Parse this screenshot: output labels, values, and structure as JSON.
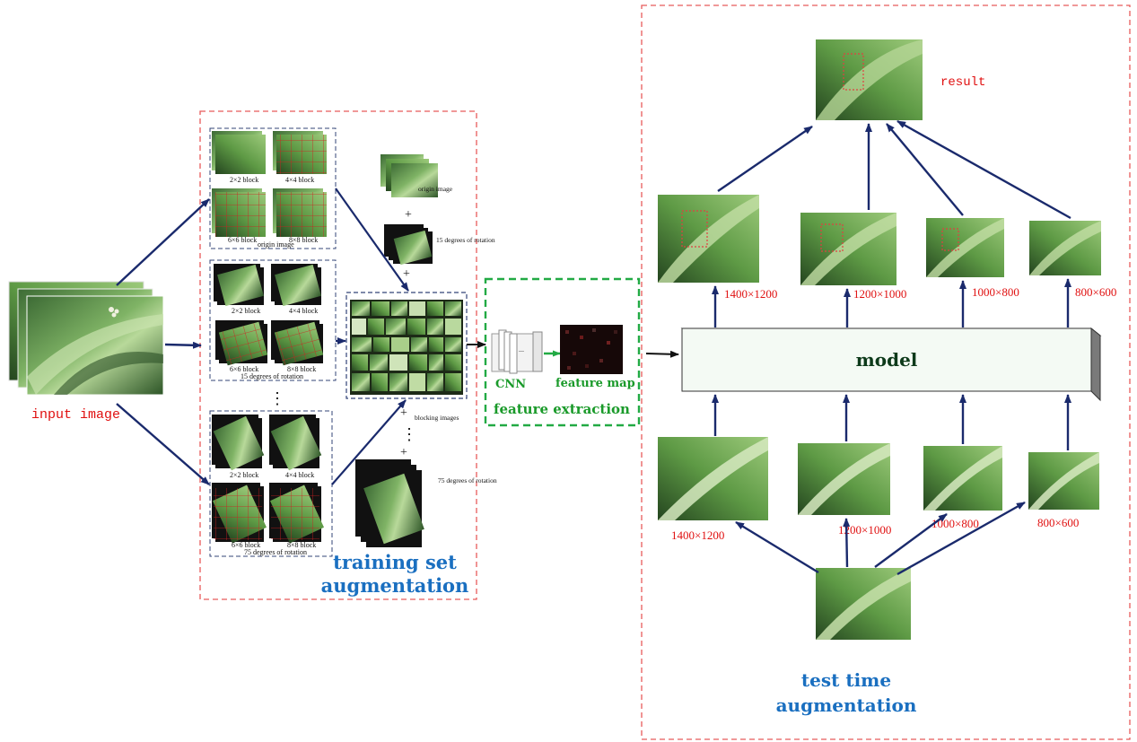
{
  "colors": {
    "arrow": "#1a2a6c",
    "red_dashed": "#e85a5a",
    "green_dashed": "#22aa44",
    "navy_dashed": "#334477",
    "label_red": "#e01010",
    "label_blue": "#1a6fc0",
    "label_green": "#1a9a2a",
    "model_text": "#0d3a1a",
    "leaf_dark": "#2f5a2a",
    "leaf_mid": "#5f9a4a",
    "leaf_light": "#a9d08a"
  },
  "input": {
    "label": "input image"
  },
  "training": {
    "title_line1": "training set",
    "title_line2": "augmentation",
    "groups": [
      {
        "blocks": [
          "2×2 block",
          "4×4 block",
          "6×6 block",
          "8×8 block"
        ],
        "caption": "origin image"
      },
      {
        "blocks": [
          "2×2 block",
          "4×4 block",
          "6×6 block",
          "8×8 block"
        ],
        "caption": "15 degrees of rotation"
      },
      {
        "blocks": [
          "2×2 block",
          "4×4 block",
          "6×6 block",
          "8×8 block"
        ],
        "caption": "75 degrees of rotation"
      }
    ],
    "stack_labels": {
      "origin": "origin image",
      "rot15": "15 degrees of rotation",
      "blocking": "blocking images",
      "rot75": "75 degrees of rotation"
    },
    "plus": "+",
    "ellipsis": "⋮"
  },
  "feature": {
    "title": "feature extraction",
    "cnn": "CNN",
    "map": "feature map",
    "dots": "..."
  },
  "model": {
    "label": "model"
  },
  "tta": {
    "title_line1": "test time",
    "title_line2": "augmentation",
    "result": "result",
    "top_sizes": [
      "1400×1200",
      "1200×1000",
      "1000×800",
      "800×600"
    ],
    "bottom_sizes": [
      "1400×1200",
      "1200×1000",
      "1000×800",
      "800×600"
    ]
  }
}
